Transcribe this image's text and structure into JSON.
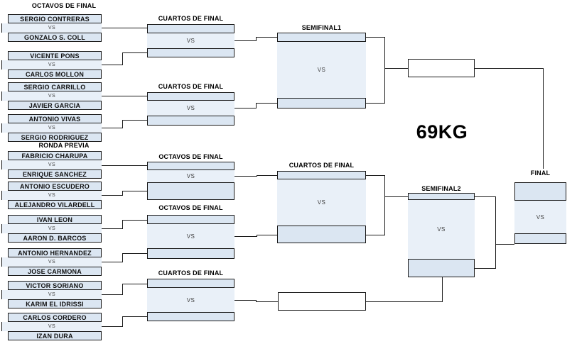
{
  "title": "69KG",
  "vs_label": "VS",
  "colors": {
    "slot_fill": "#dbe6f2",
    "vs_band_fill": "#e9f0f8",
    "border": "#1a1a1a"
  },
  "col1": {
    "header_top": "OCTAVOS DE FINAL",
    "header_middle": "RONDA PREVIA",
    "matches": [
      {
        "p1": "SERGIO CONTRERAS",
        "p2": "GONZALO S. COLL"
      },
      {
        "p1": "VICENTE PONS",
        "p2": "CARLOS MOLLON"
      },
      {
        "p1": "SERGIO CARRILLO",
        "p2": "JAVIER GARCIA"
      },
      {
        "p1": "ANTONIO VIVAS",
        "p2": "SERGIO RODRIGUEZ"
      },
      {
        "p1": "FABRICIO CHARUPA",
        "p2": "ENRIQUE SANCHEZ"
      },
      {
        "p1": "ANTONIO ESCUDERO",
        "p2": "ALEJANDRO VILARDELL"
      },
      {
        "p1": "IVAN LEON",
        "p2": "AARON D. BARCOS"
      },
      {
        "p1": "ANTONIO HERNANDEZ",
        "p2": "JOSE CARMONA"
      },
      {
        "p1": "VICTOR SORIANO",
        "p2": "KARIM EL IDRISSI"
      },
      {
        "p1": "CARLOS CORDERO",
        "p2": "IZAN DURA"
      }
    ]
  },
  "rounds": {
    "cuartos_top_1": "CUARTOS DE FINAL",
    "cuartos_top_2": "CUARTOS DE FINAL",
    "octavos_mid_1": "OCTAVOS DE FINAL",
    "octavos_mid_2": "OCTAVOS DE FINAL",
    "cuartos_bottom": "CUARTOS DE FINAL",
    "semifinal1": "SEMIFINAL1",
    "cuartos_mid": "CUARTOS DE FINAL",
    "semifinal2": "SEMIFINAL2",
    "final": "FINAL"
  }
}
